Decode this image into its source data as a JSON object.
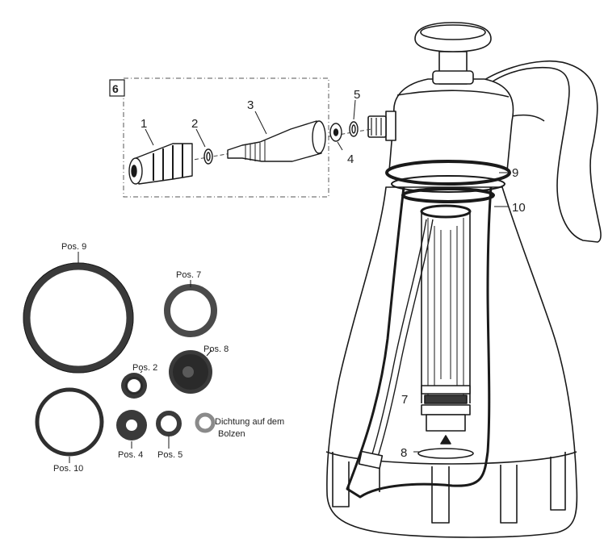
{
  "group_label": "6",
  "callouts": {
    "c1": "1",
    "c2": "2",
    "c3": "3",
    "c4": "4",
    "c5": "5",
    "c7": "7",
    "c8": "8",
    "c9": "9",
    "c10": "10"
  },
  "seals": {
    "pos9": "Pos. 9",
    "pos7": "Pos. 7",
    "pos8": "Pos. 8",
    "pos2": "Pos. 2",
    "pos10": "Pos. 10",
    "pos4": "Pos. 4",
    "pos5": "Pos. 5",
    "bolt_seal_line1": "Dichtung auf dem",
    "bolt_seal_line2": "Bolzen"
  },
  "colors": {
    "line": "#1a1a1a",
    "body_fill": "#ffffff",
    "seal_dark": "#3a3a3a",
    "seal_mid": "#5a5a5a",
    "seal_light": "#8a8a8a"
  }
}
